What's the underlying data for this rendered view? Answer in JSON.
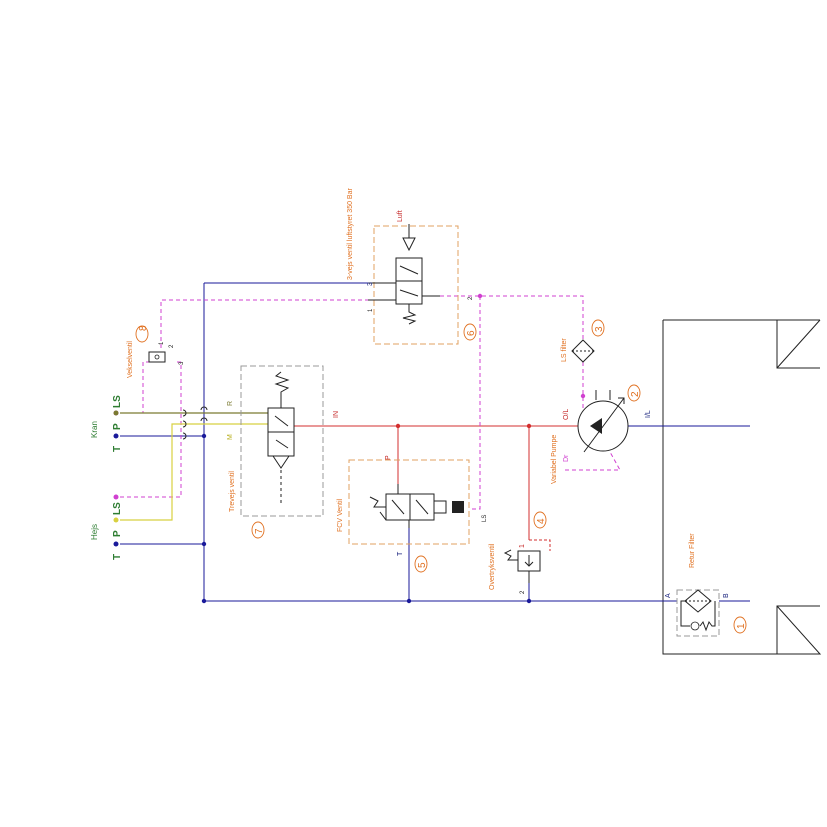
{
  "ports": {
    "kran": {
      "name": "Kran",
      "ls": "LS",
      "p": "P",
      "t": "T"
    },
    "hejs": {
      "name": "Hejs",
      "ls": "LS",
      "p": "P",
      "t": "T"
    }
  },
  "components": {
    "retur_filter": {
      "number": "1",
      "label": "Retur Filter",
      "port_a": "A",
      "port_b": "B"
    },
    "pump": {
      "number": "2",
      "label": "Variabel Pumpe",
      "port_ol": "O/L",
      "port_il": "I/L",
      "port_dr": "Dr"
    },
    "ls_filter": {
      "number": "3",
      "label": "LS filter"
    },
    "overtryk": {
      "number": "4",
      "label": "Overtryksventil",
      "port_1": "1",
      "port_2": "2"
    },
    "fcv": {
      "number": "5",
      "label": "FCV Ventil",
      "port_p": "P",
      "port_t": "T",
      "port_ls": "LS"
    },
    "luft_valve": {
      "number": "6",
      "label": "3-vejs ventil luftstyret 350 Bar",
      "luft": "Luft",
      "port_1": "1",
      "port_2": "2",
      "port_3": "3"
    },
    "trevejs": {
      "number": "7",
      "label": "Trevejs ventil",
      "port_r": "R",
      "port_m": "M",
      "port_in": "IN"
    },
    "veksel": {
      "number": "8",
      "label": "Vekselventil",
      "port_1": "1",
      "port_2": "2",
      "port_3": "3"
    }
  },
  "colors": {
    "tank_line": "#1a1a9a",
    "pressure_line": "#d32f2f",
    "load_sense_line": "#d040d0",
    "hejs_pressure_line": "#d8d040",
    "kran_pressure_line": "#7a7a30",
    "label_orange": "#e07020",
    "label_green": "#2e7d32"
  }
}
